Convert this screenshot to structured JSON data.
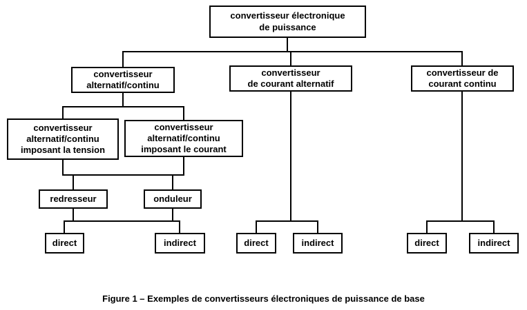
{
  "figure": {
    "caption": "Figure 1 – Exemples de convertisseurs électroniques de puissance de base"
  },
  "colors": {
    "line": "#000000",
    "box_border": "#000000",
    "background": "#ffffff",
    "text": "#000000"
  },
  "nodes": {
    "root": "convertisseur électronique\nde puissance",
    "ac_dc": "convertisseur\nalternatif/continu",
    "ac": "convertisseur\nde courant alternatif",
    "dc": "convertisseur de\ncourant continu",
    "ac_dc_tension": "convertisseur\nalternatif/continu\nimposant la tension",
    "ac_dc_courant": "convertisseur\nalternatif/continu\nimposant le courant",
    "redresseur": "redresseur",
    "onduleur": "onduleur",
    "ac_dc_direct": "direct",
    "ac_dc_indirect": "indirect",
    "ac_direct": "direct",
    "ac_indirect": "indirect",
    "dc_direct": "direct",
    "dc_indirect": "indirect"
  }
}
